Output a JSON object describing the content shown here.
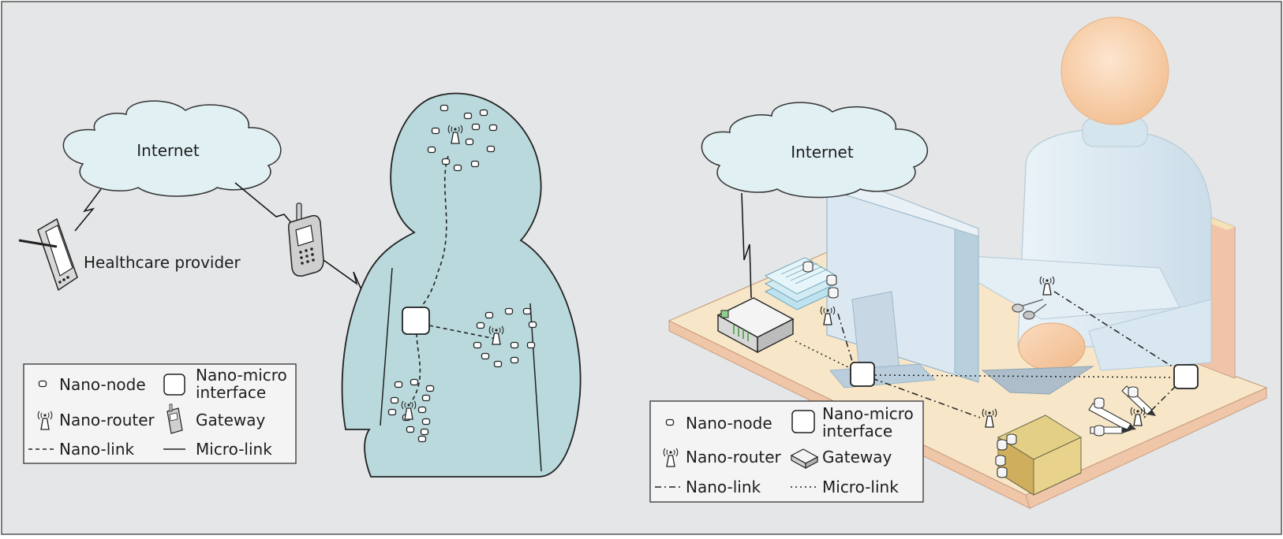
{
  "left_scene": {
    "cloud_label": "Internet",
    "device_label": "Healthcare provider"
  },
  "right_scene": {
    "cloud_label": "Internet"
  },
  "legend": {
    "nano_node": "Nano-node",
    "interface_line1": "Nano-micro",
    "interface_line2": "interface",
    "nano_router": "Nano-router",
    "gateway": "Gateway",
    "nano_link": "Nano-link",
    "micro_link": "Micro-link"
  },
  "colors": {
    "background": "#e4e6e7",
    "cloud": "#e1f0f3",
    "body": "#b9d9dc",
    "desk": "#f7e7c8",
    "monitor": "#cfe1ee"
  }
}
